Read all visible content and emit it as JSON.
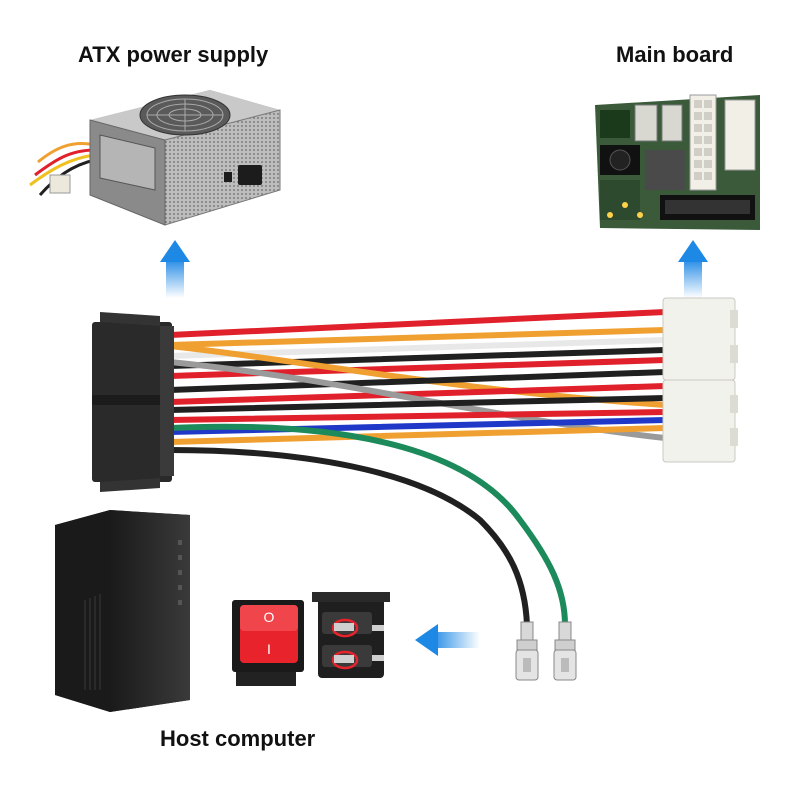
{
  "labels": {
    "psu": "ATX power supply",
    "mainboard": "Main board",
    "host": "Host computer"
  },
  "colors": {
    "arrow": "#1e88e5",
    "wire_red": "#e0202a",
    "wire_orange": "#f0a030",
    "wire_white": "#e8e8e8",
    "wire_black": "#202020",
    "wire_gray": "#9a9a9a",
    "wire_blue": "#2038c8",
    "wire_green": "#1c8a5a",
    "connector_black": "#2a2a2a",
    "connector_white": "#f2f2ec",
    "switch_red": "#e8232b"
  },
  "switch_symbols": {
    "on": "I",
    "off": "O"
  }
}
